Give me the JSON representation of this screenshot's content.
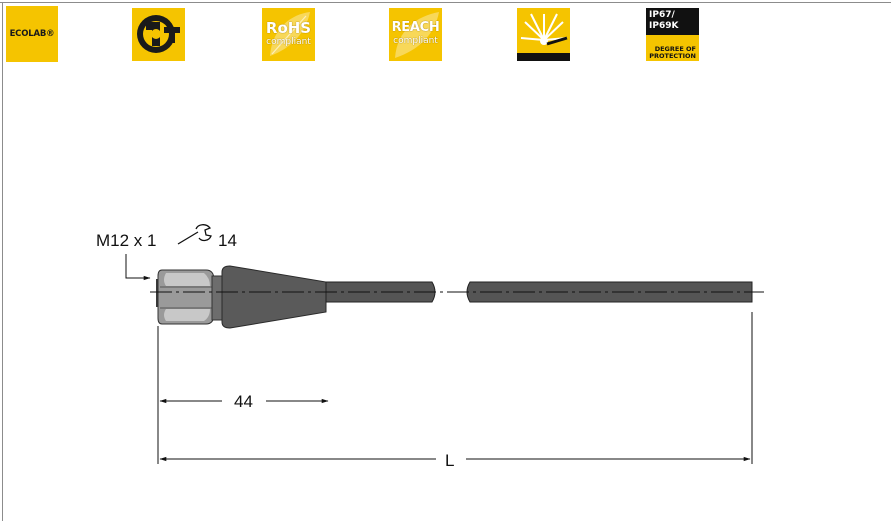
{
  "certifications": {
    "ecolab": {
      "label": "ECOLAB®",
      "icon": "ecolab-logo-icon"
    },
    "gost": {
      "icon": "gost-r-mark-icon"
    },
    "rohs": {
      "title": "RoHS",
      "subtitle": "compliant",
      "icon": "rohs-leaf-icon"
    },
    "reach": {
      "title": "REACH",
      "subtitle": "compliant",
      "icon": "reach-leaf-icon"
    },
    "flame": {
      "icon": "weld-spatter-flame-icon"
    },
    "ip": {
      "line1": "IP67/",
      "line2": "IP69K",
      "line3": "DEGREE OF",
      "line4": "PROTECTION"
    }
  },
  "drawing": {
    "thread_label": "M12 x 1",
    "wrench_size": "14",
    "wrench_icon": "wrench-icon",
    "dim_short": "44",
    "dim_long": "L"
  },
  "colors": {
    "badge_yellow": "#f5c400",
    "cable_dark": "#545454",
    "connector_grey": "#9a9a9a"
  }
}
